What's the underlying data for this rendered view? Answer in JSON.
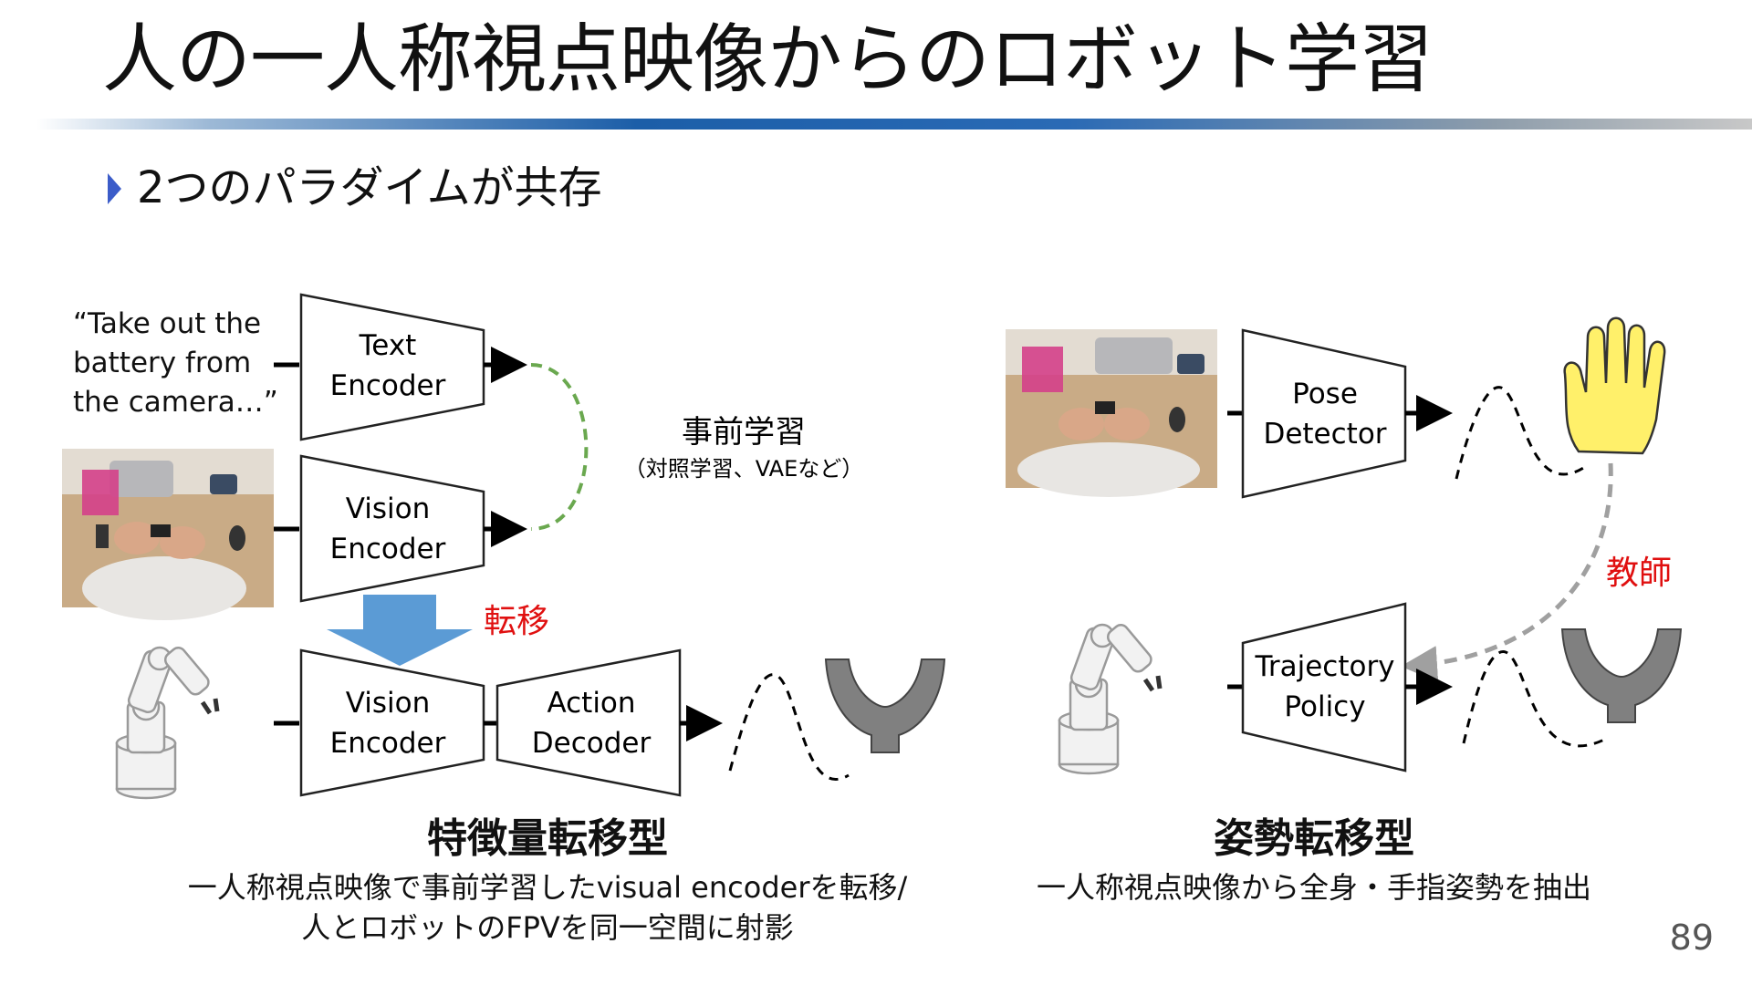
{
  "slide": {
    "title": "人の一人称視点映像からのロボット学習",
    "bullet": "2つのパラダイムが共存",
    "page_number": "89"
  },
  "left": {
    "quote_lines": [
      "“Take out the",
      "battery from",
      "the camera…”"
    ],
    "text_encoder": [
      "Text",
      "Encoder"
    ],
    "vision_encoder_top": [
      "Vision",
      "Encoder"
    ],
    "vision_encoder_bottom": [
      "Vision",
      "Encoder"
    ],
    "action_decoder": [
      "Action",
      "Decoder"
    ],
    "pretrain_label": "事前学習",
    "pretrain_note": "（対照学習、VAEなど）",
    "transfer_label": "転移",
    "caption_title": "特徴量転移型",
    "caption_lines": [
      "一人称視点映像で事前学習したvisual encoderを転移/",
      "人とロボットのFPVを同一空間に射影"
    ]
  },
  "right": {
    "pose_detector": [
      "Pose",
      "Detector"
    ],
    "trajectory_policy": [
      "Trajectory",
      "Policy"
    ],
    "teacher_label": "教師",
    "caption_title": "姿勢転移型",
    "caption_line": "一人称視点映像から全身・手指姿勢を抽出"
  },
  "colors": {
    "title_accent": "#1c5ea8",
    "bullet": "#3b5cc9",
    "red_label": "#e01010",
    "green_dash": "#6aa84f",
    "transfer_arrow": "#5b9bd5",
    "hand_fill": "#fff06a",
    "gripper_fill": "#808080",
    "teacher_dash": "#a0a0a0"
  }
}
